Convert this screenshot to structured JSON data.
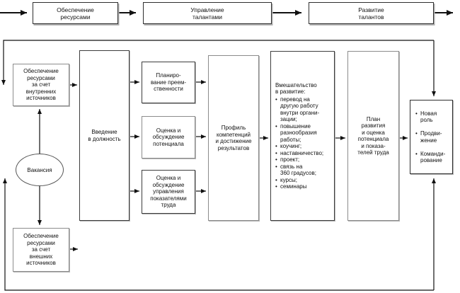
{
  "ui": {
    "bullet": "•"
  },
  "top_flow": {
    "step1": "Обеспечение\nресурсами",
    "step2": "Управление\nталантами",
    "step3": "Развитие\nталантов"
  },
  "diagram": {
    "internal_sourcing": "Обеспечение\nресурсами\nза счет\nвнутренних\nисточников",
    "external_sourcing": "Обеспечение\nресурсами\nза счет\nвнешних\nисточников",
    "vacancy": "Вакансия",
    "induction": "Введение\nв должность",
    "succession": "Планиро-\nвание преем-\nственности",
    "potential": "Оценка и\nобсуждение\nпотенциала",
    "performance": "Оценка и\nобсуждение\nуправления\nпоказателями\nтруда",
    "profile": "Профиль\nкомпетенций\nи достижение\nрезультатов",
    "interventions_title": "Вмешательство\nв развитие:",
    "interventions_items": [
      "перевод на\nдругую работу\nвнутри органи-\nзации;",
      "повышение\nразнообразия\nработы;",
      "коучинг;",
      "наставничество;",
      "проект;",
      "связь на\n360 градусов;",
      "курсы;",
      "семинары"
    ],
    "plan": "План\nразвития\nи оценка\nпотенциала\nи показа-\nтелей труда",
    "outcomes_items": [
      "Новая\nроль",
      "Продви-\nжение",
      "Команди-\nрование"
    ]
  }
}
